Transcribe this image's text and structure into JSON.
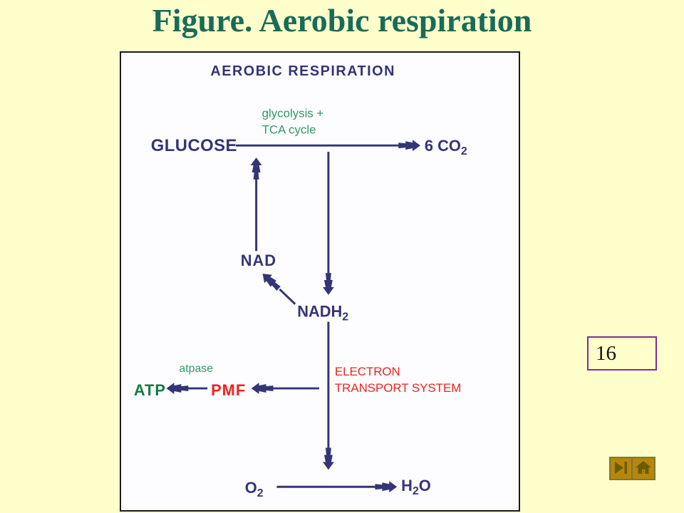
{
  "slide": {
    "title": "Figure. Aerobic respiration",
    "page_number": "16",
    "colors": {
      "background": "#FFFFCC",
      "title_text": "#186B58",
      "diagram_navy": "#343477",
      "diagram_green": "#2E9966",
      "atp_green": "#157A45",
      "diagram_red": "#EE2222",
      "page_box_border": "#7D2F8F",
      "nav_button_bg": "#B8860B",
      "nav_button_icon": "#6B5C00"
    }
  },
  "diagram": {
    "heading": "AEROBIC RESPIRATION",
    "labels": {
      "glycolysis_line1": "glycolysis +",
      "glycolysis_line2": "TCA cycle",
      "glucose": "GLUCOSE",
      "co2_main": "6 CO",
      "co2_sub": "2",
      "nad": "NAD",
      "nadh_main": "NADH",
      "nadh_sub": "2",
      "atpase": "atpase",
      "atp": "ATP",
      "pmf": "PMF",
      "ets_line1": "ELECTRON",
      "ets_line2": "TRANSPORT SYSTEM",
      "o2_main": "O",
      "o2_sub": "2",
      "h2o_h": "H",
      "h2o_sub": "2",
      "h2o_o": "O"
    }
  },
  "nav": {
    "icons": [
      "next-slide-icon",
      "home-icon"
    ]
  }
}
